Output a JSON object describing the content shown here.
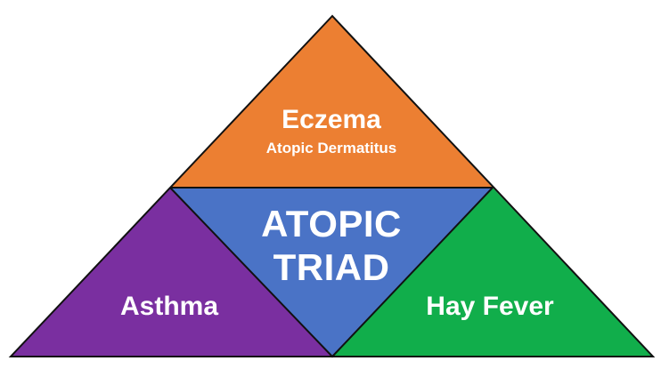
{
  "diagram": {
    "top": {
      "title": "Eczema",
      "subtitle": "Atopic Dermatitus",
      "color": "#ec7f32"
    },
    "center": {
      "line1": "ATOPIC",
      "line2": "TRIAD",
      "color": "#4a73c6"
    },
    "left": {
      "title": "Asthma",
      "color": "#7a2fa0"
    },
    "right": {
      "title": "Hay Fever",
      "color": "#11ae4b"
    },
    "outline_color": "#111111"
  }
}
